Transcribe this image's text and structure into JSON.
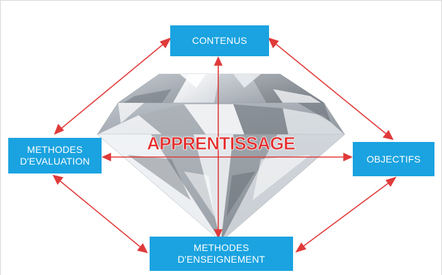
{
  "diagram": {
    "center_label": "APPRENTISSAGE",
    "nodes": {
      "top": {
        "lines": [
          "CONTENUS"
        ]
      },
      "left": {
        "lines": [
          "METHODES",
          "D'EVALUATION"
        ]
      },
      "right": {
        "lines": [
          "OBJECTIFS"
        ]
      },
      "bottom": {
        "lines": [
          "METHODES",
          "D'ENSEIGNEMENT"
        ]
      }
    }
  },
  "colors": {
    "node_fill": "#1aa3e0",
    "node_text": "#ffffff",
    "arrow": "#e03a3a",
    "center_text": "#e42b2b"
  },
  "background_image": "diamond"
}
